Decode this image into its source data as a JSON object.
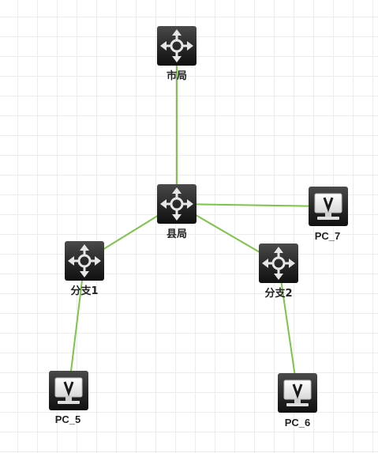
{
  "colors": {
    "link": "#7cc44a",
    "device_dark": "#1a1a1a",
    "device_light": "#4a4a4a",
    "icon_light": "#e6e6e6"
  },
  "nodes": [
    {
      "id": "shiju",
      "label": "市局",
      "kind": "router",
      "icon": "router-icon"
    },
    {
      "id": "xianju",
      "label": "县局",
      "kind": "router",
      "icon": "router-icon"
    },
    {
      "id": "fenzhi1",
      "label": "分支1",
      "kind": "router",
      "icon": "router-icon"
    },
    {
      "id": "fenzhi2",
      "label": "分支2",
      "kind": "router",
      "icon": "router-icon"
    },
    {
      "id": "pc7",
      "label": "PC_7",
      "kind": "pc",
      "icon": "pc-monitor-icon"
    },
    {
      "id": "pc5",
      "label": "PC_5",
      "kind": "pc",
      "icon": "pc-monitor-icon"
    },
    {
      "id": "pc6",
      "label": "PC_6",
      "kind": "pc",
      "icon": "pc-monitor-icon"
    }
  ],
  "links": [
    {
      "from": "shiju",
      "to": "xianju"
    },
    {
      "from": "xianju",
      "to": "pc7"
    },
    {
      "from": "xianju",
      "to": "fenzhi1"
    },
    {
      "from": "xianju",
      "to": "fenzhi2"
    },
    {
      "from": "fenzhi1",
      "to": "pc5"
    },
    {
      "from": "fenzhi2",
      "to": "pc6"
    }
  ]
}
